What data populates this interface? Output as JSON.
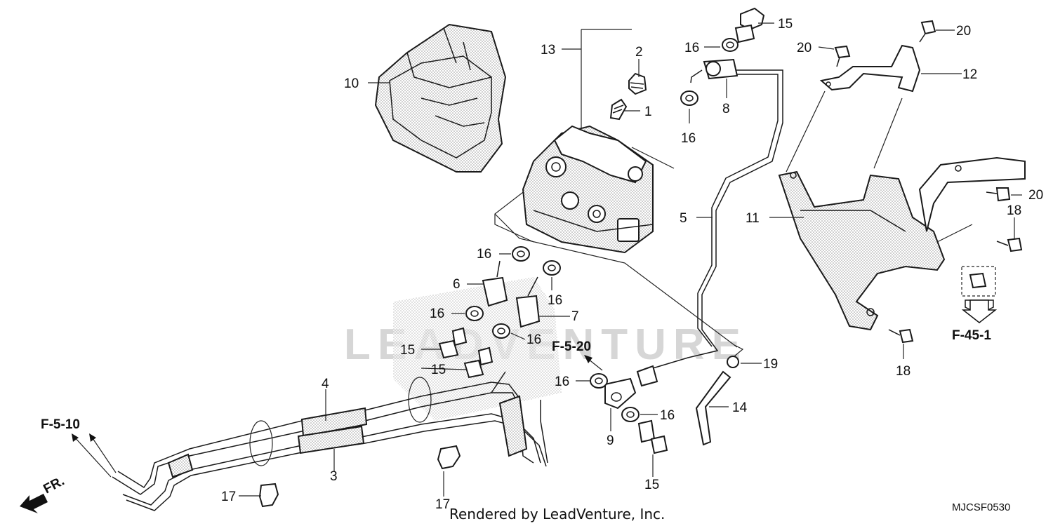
{
  "watermark": "LEADVENTURE",
  "credit": "Rendered by LeadVenture, Inc.",
  "diagram_code": "MJCSF0530",
  "front_marker": "FR.",
  "callouts": {
    "c1": "1",
    "c2": "2",
    "c3": "3",
    "c4": "4",
    "c5": "5",
    "c6": "6",
    "c7": "7",
    "c8": "8",
    "c9": "9",
    "c10": "10",
    "c11": "11",
    "c12": "12",
    "c13": "13",
    "c14": "14",
    "c15a": "15",
    "c15b": "15",
    "c15c": "15",
    "c15d": "15",
    "c16a": "16",
    "c16b": "16",
    "c16c": "16",
    "c16d": "16",
    "c16e": "16",
    "c16f": "16",
    "c16g": "16",
    "c16h": "16",
    "c17a": "17",
    "c17b": "17",
    "c18a": "18",
    "c18b": "18",
    "c19": "19",
    "c20a": "20",
    "c20b": "20",
    "c20c": "20"
  },
  "references": {
    "f510": "F-5-10",
    "f520": "F-5-20",
    "f451": "F-45-1"
  }
}
